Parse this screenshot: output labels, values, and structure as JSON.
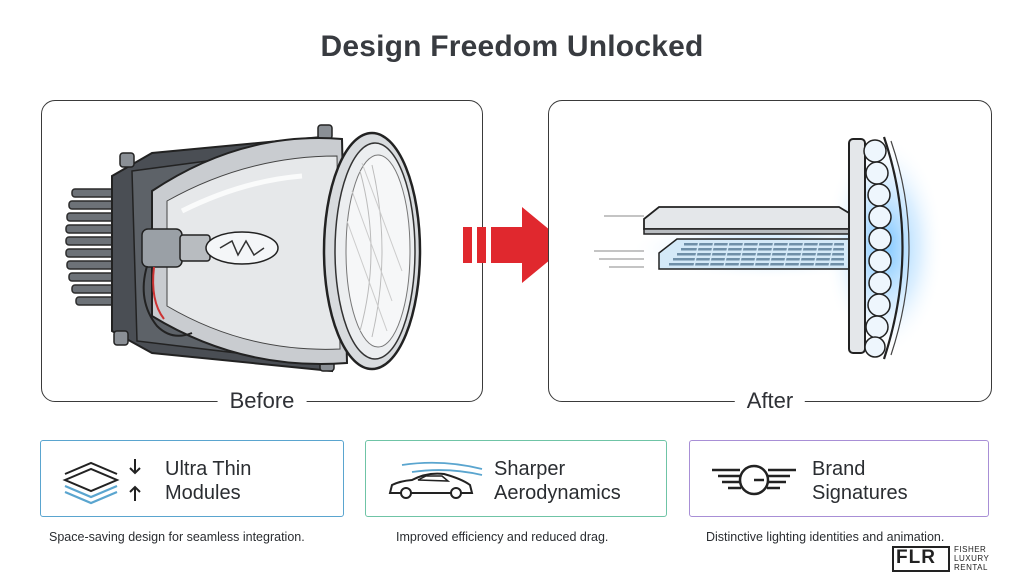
{
  "title": "Design Freedom Unlocked",
  "panels": {
    "before": {
      "label": "Before",
      "illustration": "halogen-headlamp"
    },
    "after": {
      "label": "After",
      "illustration": "thin-led-module"
    }
  },
  "transition_icon": "red-arrow-right",
  "features": [
    {
      "icon": "stacked-layers-icon",
      "title_line1": "Ultra Thin",
      "title_line2": "Modules",
      "caption": "Space-saving design for seamless integration.",
      "border_color": "#5aa5cf"
    },
    {
      "icon": "car-airflow-icon",
      "title_line1": "Sharper",
      "title_line2": "Aerodynamics",
      "caption": "Improved efficiency and reduced drag.",
      "border_color": "#6fc4a6"
    },
    {
      "icon": "winged-emblem-icon",
      "title_line1": "Brand",
      "title_line2": "Signatures",
      "caption": "Distinctive lighting identities and animation.",
      "border_color": "#a88fd6"
    }
  ],
  "logo": {
    "mark": "FLR",
    "line1": "FISHER",
    "line2": "LUXURY",
    "line3": "RENTAL"
  },
  "colors": {
    "arrow": "#e0282e",
    "led_glow": "#5cb8ff",
    "text": "#2a2d31"
  }
}
